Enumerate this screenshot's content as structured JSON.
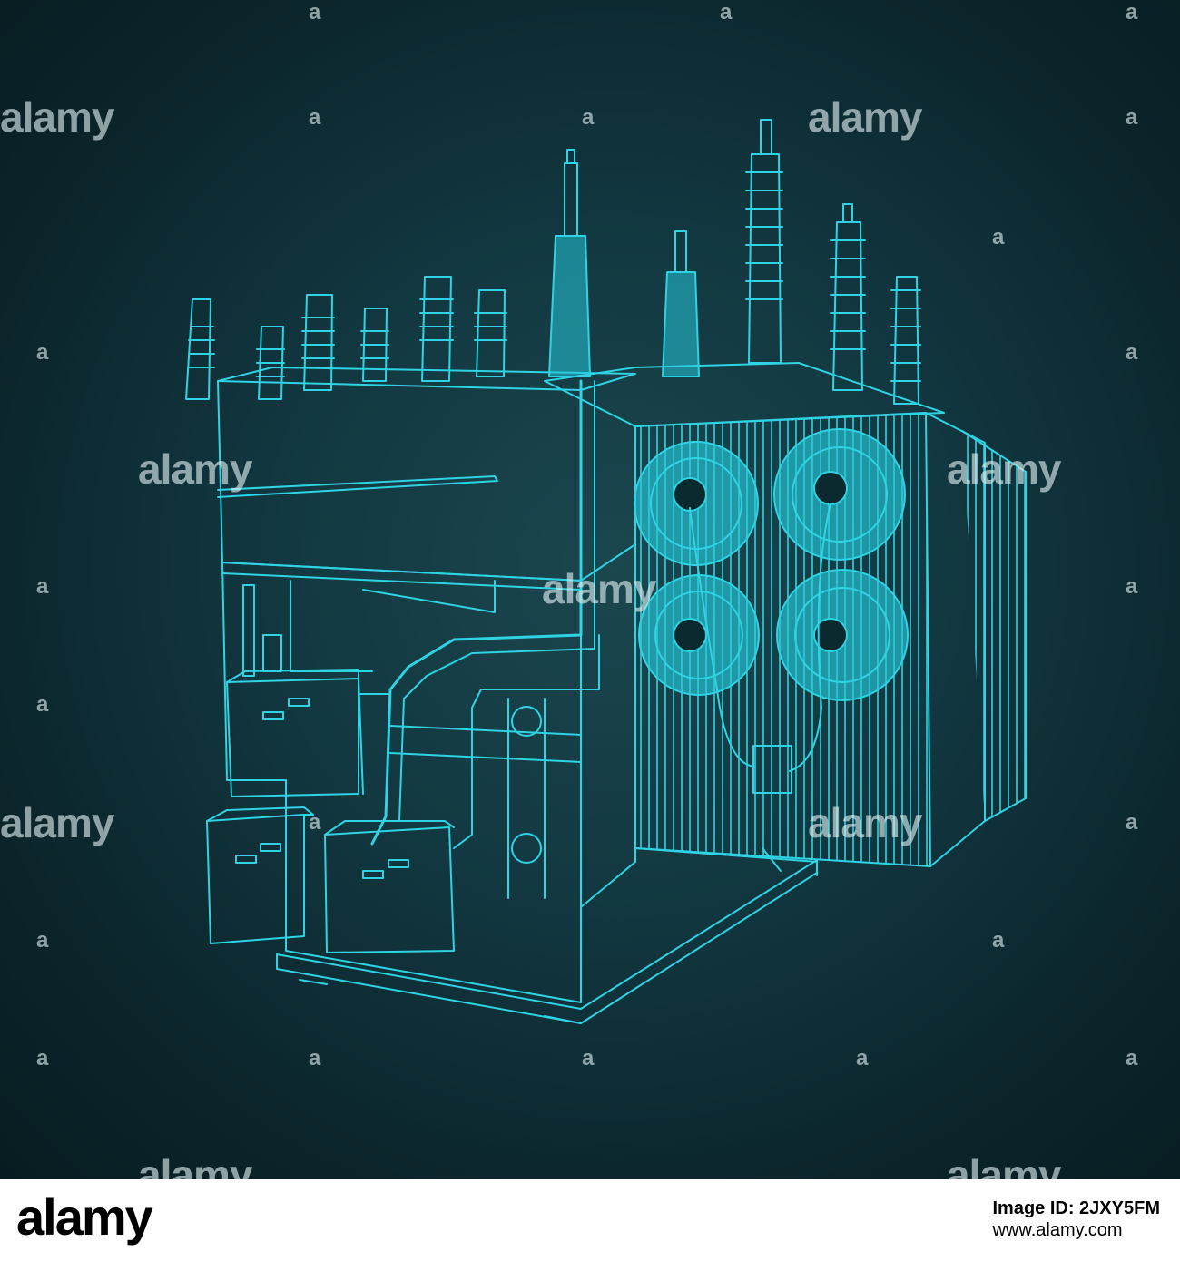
{
  "illustration": {
    "subject": "power-transformer-blueprint",
    "line_color": "#2fd3e3",
    "fill_color": "#27c7d8",
    "background_color": "#123a42"
  },
  "watermark": {
    "text": "alamy",
    "short_mark": "a"
  },
  "footer": {
    "logo": "alamy",
    "image_id": "Image ID: 2JXY5FM",
    "url": "www.alamy.com"
  }
}
